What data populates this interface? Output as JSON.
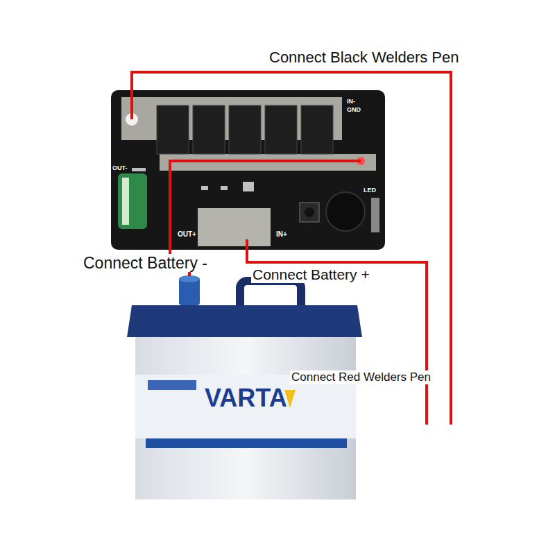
{
  "diagram": {
    "nodes": [
      {
        "text": [
          "IN-",
          "GND",
          "OUT-",
          "OUT+",
          "IN+",
          "LED"
        ]
      },
      {
        "text": [
          "VARTA"
        ]
      }
    ],
    "edges": [
      {
        "from": 0,
        "to": 1,
        "arrow": "none"
      }
    ],
    "labels": [
      "Connect Black Welders Pen",
      "Connect Battery -",
      "Connect Battery +",
      "Connect Red Welders Pen"
    ]
  }
}
